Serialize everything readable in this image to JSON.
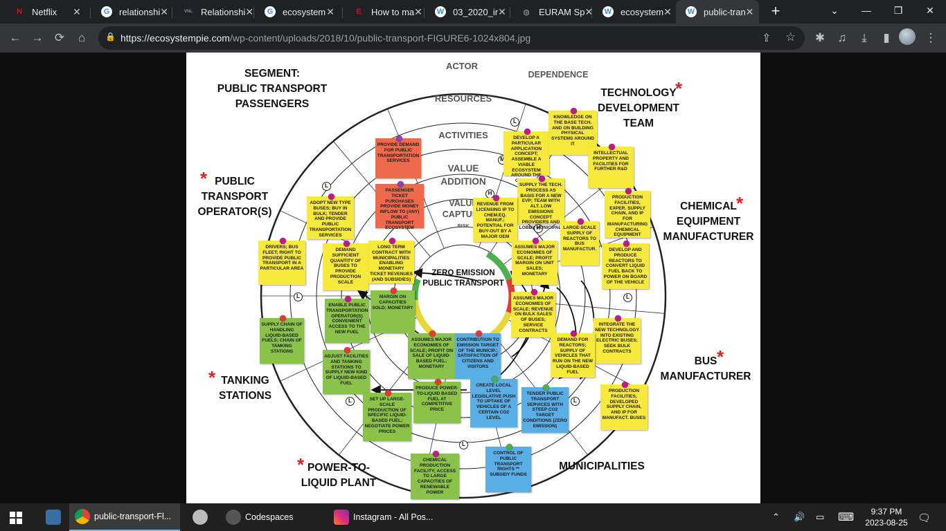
{
  "browser": {
    "tabs": [
      {
        "title": "Netflix",
        "icon": "netflix-icon",
        "color": "#e50914",
        "glyph": "N"
      },
      {
        "title": "relationshi",
        "icon": "google-icon",
        "color": "#4285f4",
        "glyph": "G"
      },
      {
        "title": "Relationshi",
        "icon": "vnl-icon",
        "color": "#7e8ca8",
        "glyph": "VNL"
      },
      {
        "title": "ecosystem",
        "icon": "google-icon",
        "color": "#4285f4",
        "glyph": "G"
      },
      {
        "title": "How to ma",
        "icon": "euram-icon",
        "color": "#c8102e",
        "glyph": "E"
      },
      {
        "title": "03_2020_ir",
        "icon": "wordpress-icon",
        "color": "#3e8ed0",
        "glyph": "W"
      },
      {
        "title": "EURAM Sp",
        "icon": "globe-icon",
        "color": "#9aa0a6",
        "glyph": "◍"
      },
      {
        "title": "ecosystem",
        "icon": "wordpress-icon",
        "color": "#3e8ed0",
        "glyph": "W"
      },
      {
        "title": "public-tran",
        "icon": "wordpress-icon",
        "color": "#3e8ed0",
        "glyph": "W",
        "active": true
      }
    ],
    "close_glyph": "✕",
    "new_tab_glyph": "+",
    "window_controls": {
      "list": "⌄",
      "minimize": "—",
      "restore": "❐",
      "close": "✕"
    },
    "url_host": "https://ecosystempie.com",
    "url_path": "/wp-content/uploads/2018/10/public-transport-FIGURE6-1024x804.jpg",
    "nav": {
      "back": "←",
      "forward": "→",
      "reload": "⟳",
      "home": "⌂",
      "lock": "🔒",
      "share": "⇪",
      "star": "☆",
      "extensions": "✱",
      "media": "♫",
      "download": "⤓",
      "sidepanel": "▮",
      "menu": "⋮"
    }
  },
  "figure": {
    "ring_labels": {
      "actor": "ACTOR",
      "dependence": "DEPENDENCE",
      "resources": "RESOURCES",
      "activities": "ACTIVITIES",
      "value_addition": "VALUE\nADDITION",
      "value_capture": "VALUE\nCAPTURE",
      "risk": "RISK"
    },
    "center": "ZERO EMISSION\nPUBLIC TRANSPORT",
    "star_glyph": "*",
    "segments": [
      {
        "label": "SEGMENT:\nPUBLIC TRANSPORT\nPASSENGERS"
      },
      {
        "label": "TECHNOLOGY\nDEVELOPMENT\nTEAM"
      },
      {
        "label": "PUBLIC\nTRANSPORT\nOPERATOR(S)"
      },
      {
        "label": "CHEMICAL\nEQUIPMENT\nMANUFACTURER"
      },
      {
        "label": "BUS\nMANUFACTURER"
      },
      {
        "label": "TANKING\nSTATIONS"
      },
      {
        "label": "POWER-TO-\nLIQUID PLANT"
      },
      {
        "label": "MUNICIPALITIES"
      }
    ],
    "dependence_markers": [
      "L",
      "M",
      "H",
      "L",
      "H",
      "L",
      "L",
      "L",
      "L",
      "L"
    ],
    "notes": [
      {
        "text": "PROVIDE DEMAND FOR PUBLIC TRANSPORTATION SERVICES"
      },
      {
        "text": "PASSENGER TICKET PURCHASES PROVIDE MONEY INFLOW TO (ANY) PUBLIC TRANSPORT ECOSYSTEM"
      },
      {
        "text": "DEVELOP A PARTICULAR APPLICATION CONCEPT; ASSEMBLE A VIABLE ECOSYSTEM AROUND THE CONCEPT"
      },
      {
        "text": "KNOWLEDGE ON THE BASE TECH. AND ON BUILDING PHYSICAL SYSTEMS AROUND IT"
      },
      {
        "text": "INTELLECTUAL PROPERTY AND FACILITIES FOR FURTHER R&D"
      },
      {
        "text": "SUPPLY THE TECH. PROCESS AS BASIS FOR A NEW EVP; TEAM WITH ALT. LOW EMISSIONS CONCEPT PROVIDERS AND LOBBY MUNICIPAL."
      },
      {
        "text": "REVENUE FROM LICENSING IP TO CHEM.EQ. MANUF.; POTENTIAL FOR BUY-OUT BY A MAJOR OEM"
      },
      {
        "text": "PRODUCTION FACILITIES, EXPER. SUPPLY CHAIN, AND IP FOR MANUFACTURING CHEMICAL EQUIPMENT"
      },
      {
        "text": "LARGE-SCALE SUPPLY OF REACTORS TO BUS MANUFACTUR."
      },
      {
        "text": "DEVELOP AND PRODUCE REACTORS TO CONVERT LIQUID FUEL BACK TO POWER ON BOARD OF THE VEHICLE"
      },
      {
        "text": "ASSUMES MAJOR ECONOMIES OF SCALE; PROFIT MARGIN ON UNIT SALES; MONETARY"
      },
      {
        "text": "ADOPT NEW TYPE BUSES; BUY IN BULK; TENDER AND PROVIDE PUBLIC TRANSPORTATION SERVICES"
      },
      {
        "text": "DRIVERS; BUS FLEET; RIGHT TO PROVIDE PUBLIC TRANSPORT IN A PARTICULAR AREA"
      },
      {
        "text": "DEMAND SUFFICIENT QUANTITY OF BUSES TO PROVIDE PRODUCTION SCALE"
      },
      {
        "text": "LONG TERM CONTRACT WITH MUNICIPALITIES ENABLING MONETARY TICKET REVENUES (AND SUBSIDIES)"
      },
      {
        "text": "ASSUMES MAJOR ECONOMIES OF SCALE; REVENUE ON BULK SALES OF BUSES; SERVICE CONTRACTS"
      },
      {
        "text": "INTEGRATE THE NEW TECHNOLOGY INTO EXISTING ELECTRIC BUSES; SEEK BULK CONTRACTS"
      },
      {
        "text": "DEMAND FOR REACTORS; SUPPLY OF VEHICLES THAT RUN ON THE NEW LIQUID-BASED FUEL"
      },
      {
        "text": "PRODUCTION FACILITIES, DEVELOPED SUPPLY CHAIN, AND IP FOR MANUFACT. BUSES"
      },
      {
        "text": "ENABLE PUBLIC TRANSPORTATION OPERATOR(S) CONVENIENT ACCESS TO THE NEW FUEL"
      },
      {
        "text": "MARGIN ON CAPACITIES SOLD; MONETARY"
      },
      {
        "text": "SUPPLY CHAIN OF HANDLING LIQUID-BASED FUELS; CHAIN OF TANKING STATIONS"
      },
      {
        "text": "ADJUST FACILITIES AND TANKING STATIONS TO SUPPLY NEW KIND OF LIQUID-BASED FUEL"
      },
      {
        "text": "ASSUMES MAJOR ECONOMIES OF SCALE; PROFIT ON SALE OF LIQUID-BASED FUEL; MONETARY"
      },
      {
        "text": "CONTRIBUTION TO EMISSION TARGET OF THE MUNICIP.; SATISFACTION OF CITIZENS AND VISITORS"
      },
      {
        "text": "CREATE LOCAL LEVEL LEGISLATIVE PUSH TO UPTAKE OF VEHICLES OF A CERTAIN CO2 LEVEL"
      },
      {
        "text": "TENDER PUBLIC TRANSPORT SERVICES WITH STEEP CO2 TARGET CONDITIONS (ZERO EMISSION)"
      },
      {
        "text": "SET UP LARGE-SCALE PRODUCTION OF SPECIFIC LIQUID-BASED FUEL; NEGOTIATE POWER PRICES"
      },
      {
        "text": "PRODUCE POWER-TO-LIQUID BASED FUEL AT COMPETITIVE PRICE"
      },
      {
        "text": "CHEMICAL PRODUCTION FACILITY; ACCESS TO LARGE CAPACITIES OF RENEWABLE POWER"
      },
      {
        "text": "CONTROL OF PUBLIC TRANSPORT RIGHTS ** SUBSIDY FUNDS"
      }
    ]
  },
  "taskbar": {
    "apps": [
      {
        "label": "",
        "icon": "calculator-icon"
      },
      {
        "label": "public-transport-Fl...",
        "icon": "chrome-icon",
        "active": true
      },
      {
        "label": "",
        "icon": "github-desktop-icon"
      },
      {
        "label": "Codespaces",
        "icon": "codespaces-icon"
      },
      {
        "label": "Instagram - All Pos...",
        "icon": "instagram-icon"
      }
    ],
    "time": "9:37 PM",
    "date": "2023-08-25",
    "tray": {
      "chevron": "⌃",
      "volume": "🔊",
      "battery": "▭",
      "keyboard": "⌨",
      "notifications": "🗨"
    }
  },
  "colors": {
    "note_yellow": "#f7ea3c",
    "note_green": "#8bc34a",
    "note_blue": "#5aaee6",
    "note_red": "#ef6a4c",
    "star_red": "#e02020"
  }
}
